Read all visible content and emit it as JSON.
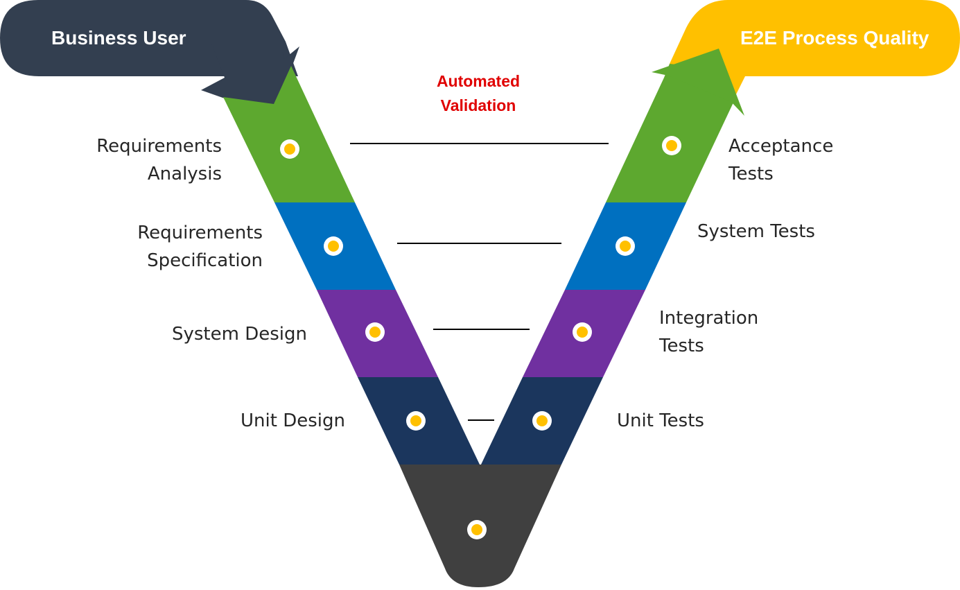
{
  "colors": {
    "green": "#5da82f",
    "blue": "#0070c0",
    "purple": "#7030a0",
    "navy": "#1b365d",
    "dark_gray": "#404040",
    "dark_slate": "#333f50",
    "gold": "#ffc000",
    "dot_fill": "#ffc000",
    "dot_ring": "#ffffff",
    "red_text": "#e00000"
  },
  "pills": {
    "left": {
      "label": "Business User",
      "icon": "arrow-down-right-icon"
    },
    "right": {
      "label": "E2E Process Quality",
      "icon": "arrow-up-right-icon"
    }
  },
  "center_note": {
    "lines": [
      "Automated",
      "Validation"
    ]
  },
  "left_stages": [
    {
      "lines": [
        "Requirements",
        "Analysis"
      ]
    },
    {
      "lines": [
        "Requirements",
        "Specification"
      ]
    },
    {
      "lines": [
        "System Design"
      ]
    },
    {
      "lines": [
        "Unit Design"
      ]
    }
  ],
  "right_stages": [
    {
      "lines": [
        "Acceptance",
        "Tests"
      ]
    },
    {
      "lines": [
        "System Tests"
      ]
    },
    {
      "lines": [
        "Integration",
        "Tests"
      ]
    },
    {
      "lines": [
        "Unit Tests"
      ]
    }
  ]
}
